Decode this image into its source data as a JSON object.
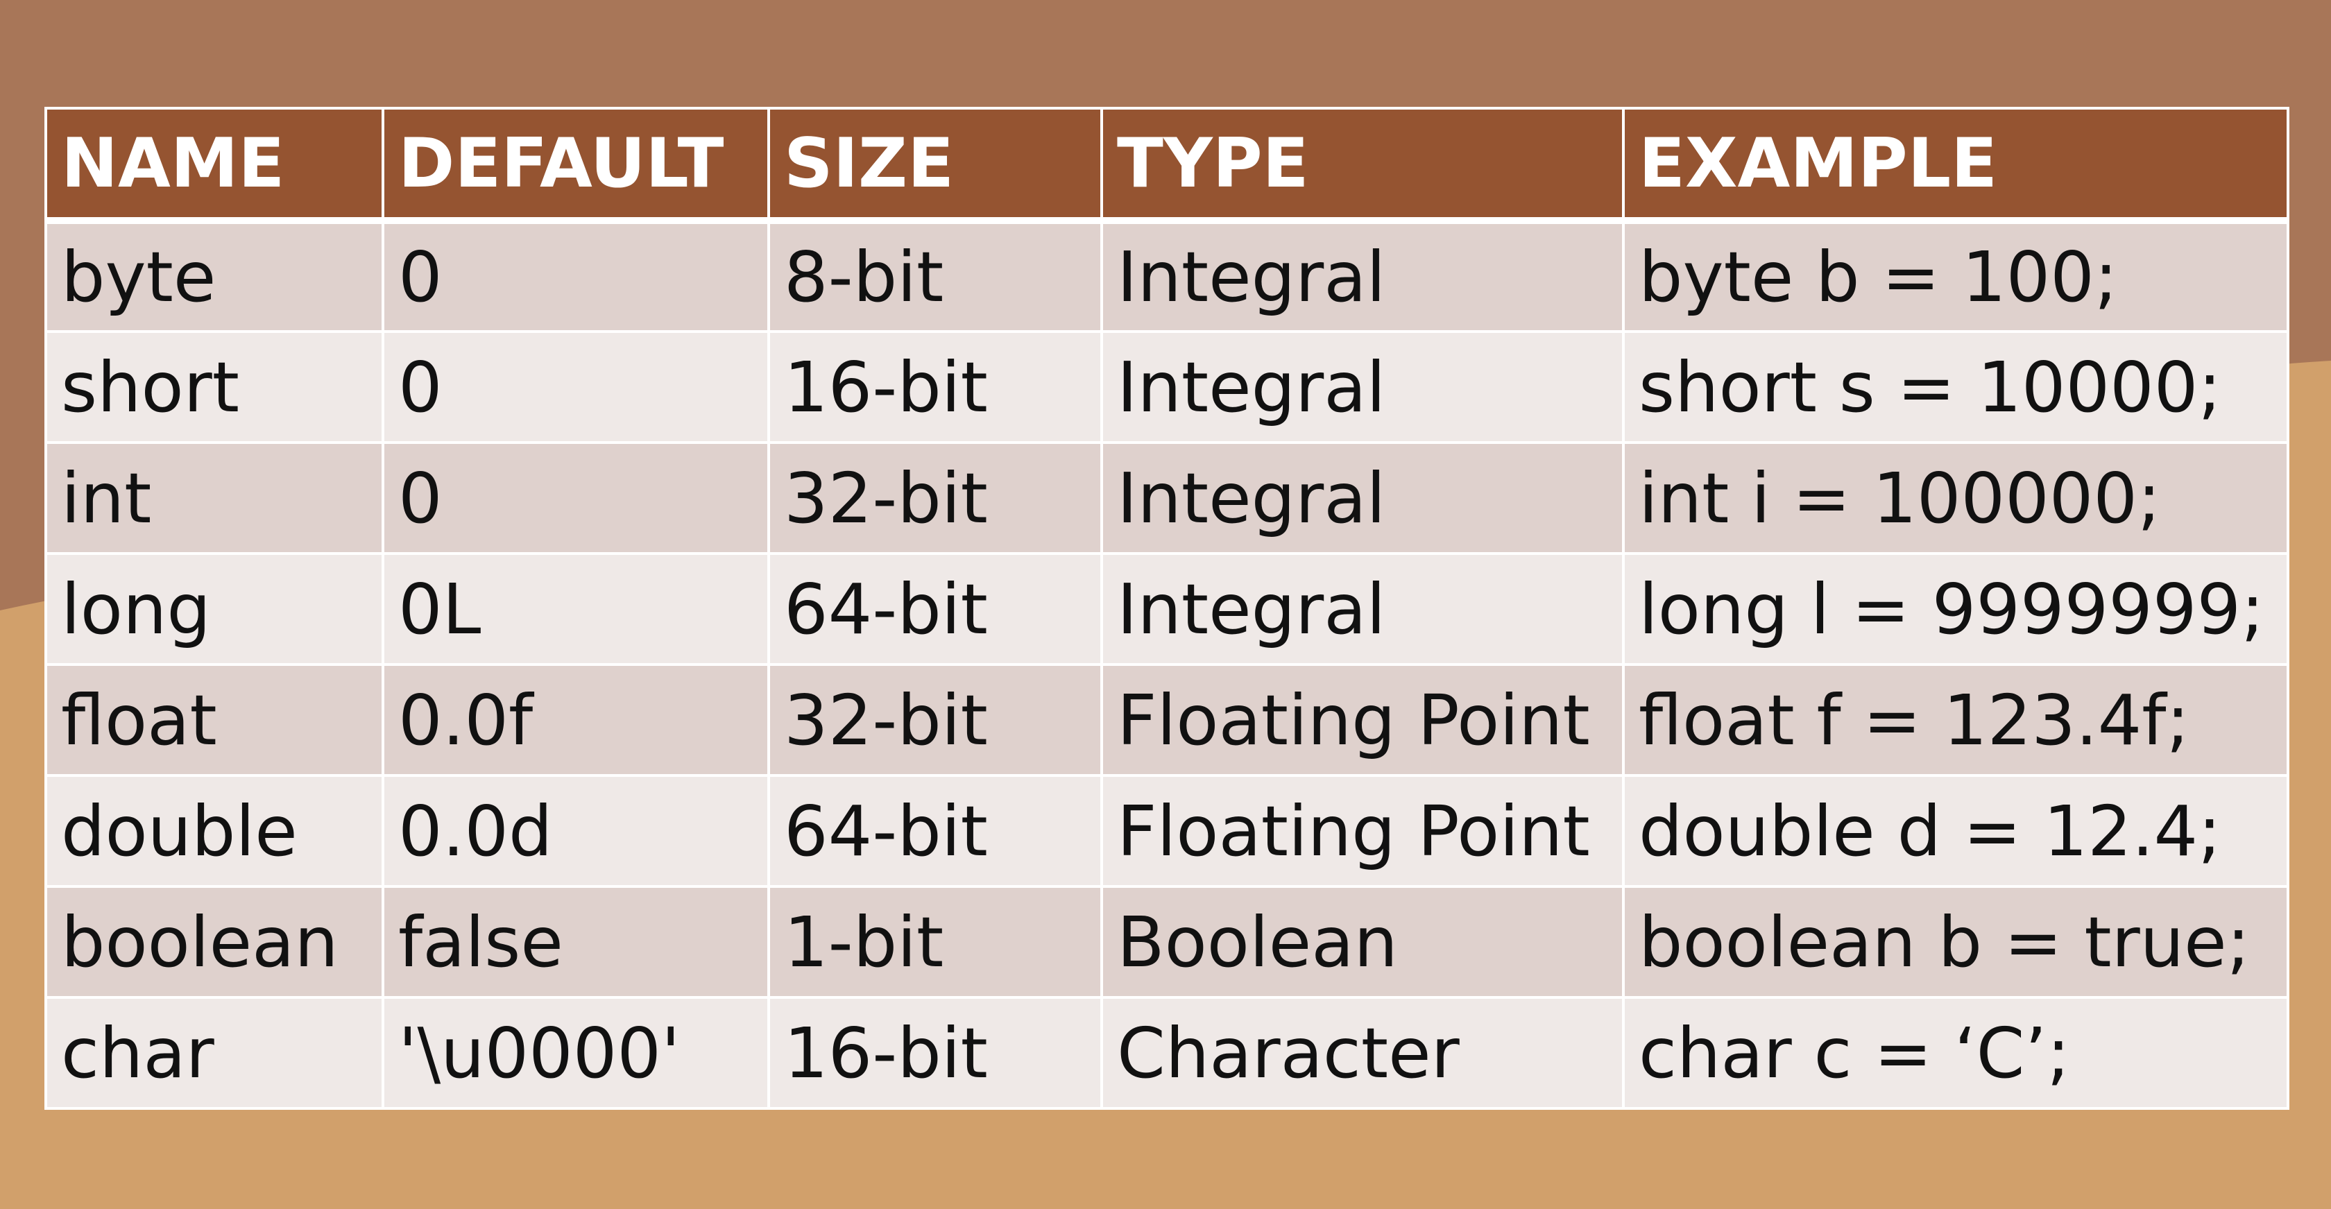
{
  "colors": {
    "background_dark": "#a87658",
    "background_light": "#d1a06b",
    "header_fill": "#955431",
    "row_odd": "#dfd1cd",
    "row_even": "#efe9e7",
    "cell_border": "#ffffff",
    "text": "#111111"
  },
  "table": {
    "headers": [
      "NAME",
      "DEFAULT",
      "SIZE",
      "TYPE",
      "EXAMPLE"
    ],
    "rows": [
      [
        "byte",
        "0",
        "8-bit",
        "Integral",
        "byte b = 100;"
      ],
      [
        "short",
        "0",
        "16-bit",
        "Integral",
        "short s = 10000;"
      ],
      [
        "int",
        "0",
        "32-bit",
        "Integral",
        "int i = 100000;"
      ],
      [
        "long",
        "0L",
        "64-bit",
        "Integral",
        "long l = 9999999;"
      ],
      [
        "float",
        "0.0f",
        "32-bit",
        "Floating Point",
        "float f = 123.4f;"
      ],
      [
        "double",
        "0.0d",
        "64-bit",
        "Floating Point",
        "double d = 12.4;"
      ],
      [
        "boolean",
        "false",
        "1-bit",
        "Boolean",
        "boolean b = true;"
      ],
      [
        "char",
        "'\\u0000'",
        "16-bit",
        "Character",
        "char c = ‘C’;"
      ]
    ]
  }
}
